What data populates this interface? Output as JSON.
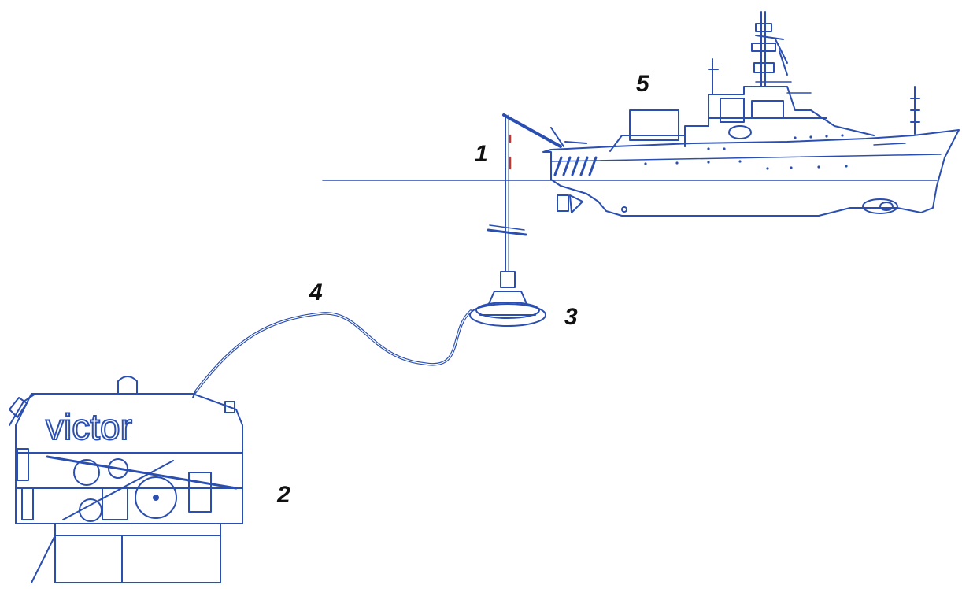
{
  "labels": {
    "winch": "1",
    "rov": "2",
    "depressor": "3",
    "tether": "4",
    "ship": "5"
  },
  "rov_logo": "victor",
  "colors": {
    "line": "#2a4fb0",
    "accent": "#c0392b",
    "text": "#111111"
  }
}
